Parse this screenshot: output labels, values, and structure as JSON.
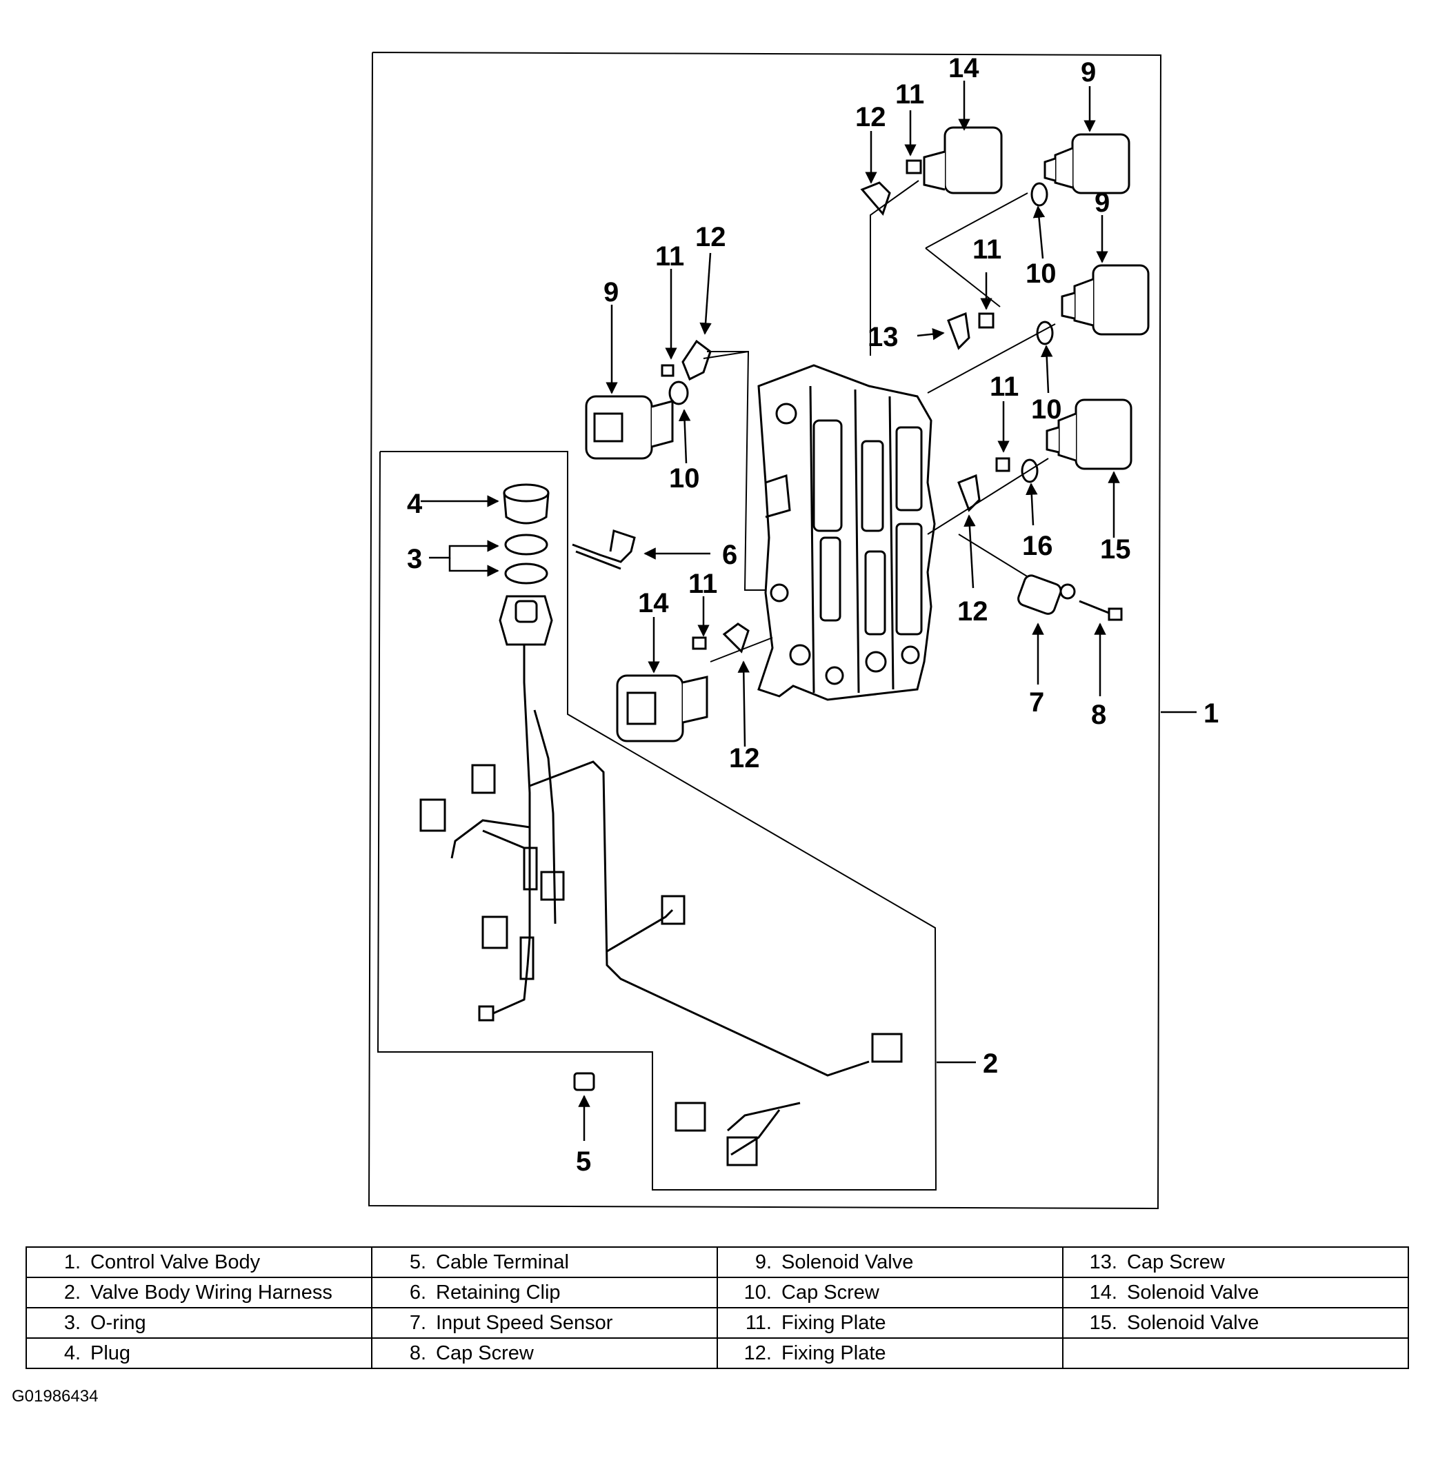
{
  "callouts": {
    "c1": "1",
    "c2": "2",
    "c3": "3",
    "c4": "4",
    "c5": "5",
    "c6": "6",
    "c7": "7",
    "c8": "8",
    "c9": "9",
    "c10": "10",
    "c11": "11",
    "c12": "12",
    "c13": "13",
    "c14": "14",
    "c15": "15",
    "c16": "16"
  },
  "legend": {
    "rows": [
      [
        {
          "num": "1.",
          "label": "Control Valve Body"
        },
        {
          "num": "5.",
          "label": "Cable Terminal"
        },
        {
          "num": "9.",
          "label": "Solenoid Valve"
        },
        {
          "num": "13.",
          "label": "Cap Screw"
        }
      ],
      [
        {
          "num": "2.",
          "label": "Valve Body Wiring Harness"
        },
        {
          "num": "6.",
          "label": "Retaining Clip"
        },
        {
          "num": "10.",
          "label": "Cap Screw"
        },
        {
          "num": "14.",
          "label": "Solenoid Valve"
        }
      ],
      [
        {
          "num": "3.",
          "label": "O-ring"
        },
        {
          "num": "7.",
          "label": "Input Speed Sensor"
        },
        {
          "num": "11.",
          "label": "Fixing Plate"
        },
        {
          "num": "15.",
          "label": "Solenoid Valve"
        }
      ],
      [
        {
          "num": "4.",
          "label": "Plug"
        },
        {
          "num": "8.",
          "label": "Cap Screw"
        },
        {
          "num": "12.",
          "label": "Fixing Plate"
        },
        {
          "num": "",
          "label": ""
        }
      ]
    ]
  },
  "figure_id": "G01986434"
}
